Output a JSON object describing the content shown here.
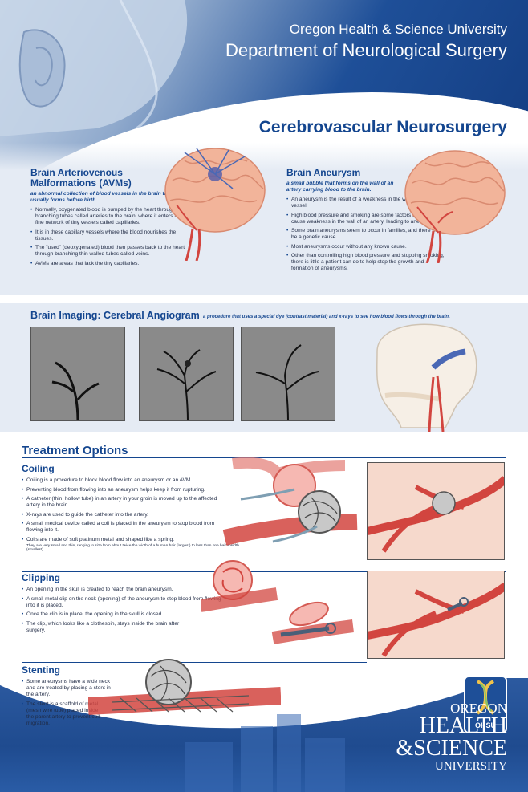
{
  "header": {
    "university": "Oregon Health & Science University",
    "department": "Department of Neurological Surgery",
    "title": "Cerebrovascular Neurosurgery"
  },
  "avm": {
    "title_line1": "Brain Arteriovenous",
    "title_line2": "Malformations (AVMs)",
    "subtitle": "an abnormal collection of blood vessels in the brain that usually forms before birth.",
    "bullets": [
      "Normally, oxygenated blood is pumped by the heart through branching tubes called arteries to the brain, where it enters a fine network of tiny vessels called capillaries.",
      "It is in these capillary vessels where the blood nourishes the tissues.",
      "The \"used\" (deoxygenated) blood then passes back to the heart through branching thin walled tubes called veins.",
      "AVMs are areas that lack the tiny capillaries."
    ]
  },
  "aneurysm": {
    "title": "Brain Aneurysm",
    "subtitle": "a small bubble that forms on the wall of an artery carrying blood to the brain.",
    "bullets": [
      "An aneurysm is the result of a weakness in the wall of a blood vessel.",
      "High blood pressure and smoking are some factors that may cause weakness in the wall of an artery, leading to aneurysms.",
      "Some brain aneurysms seem to occur in families, and there may be a genetic cause.",
      "Most aneurysms occur without any known cause.",
      "Other than controlling high blood pressure and stopping smoking, there is little a patient can do to help stop the growth and formation of aneurysms."
    ]
  },
  "imaging": {
    "title": "Brain Imaging:  Cerebral Angiogram",
    "subtitle": "a procedure that uses a special dye (contrast material) and x-rays to see how blood flows through the brain."
  },
  "treatment": {
    "title": "Treatment Options",
    "coiling": {
      "title": "Coiling",
      "bullets": [
        "Coiling is a procedure to block blood flow into an aneurysm or an AVM.",
        "Preventing blood from flowing into an aneurysm helps keep it from rupturing.",
        "A catheter (thin, hollow tube) in an artery in your groin is moved up to the affected artery in the brain.",
        "X-rays are used to guide the catheter into the artery.",
        "A small medical device called a coil is placed in the aneurysm to stop blood from flowing into it.",
        "Coils are made of soft platinum metal and shaped like a spring."
      ],
      "note": "They are very small and thin, ranging in size from about twice the width of a human hair (largest) to less than one hair's width (smallest)."
    },
    "clipping": {
      "title": "Clipping",
      "bullets": [
        "An opening in the skull is created to reach the brain aneurysm.",
        "A small metal clip on the neck (opening) of the aneurysm to stop blood from flowing into it is placed.",
        "Once the clip is in place, the opening in the skull is closed.",
        "The clip, which looks like a clothespin, stays inside the brain after surgery."
      ]
    },
    "stenting": {
      "title": "Stenting",
      "bullets": [
        "Some aneurysms have a wide neck and are treated by placing a stent in the artery.",
        "The stent is a scaffold of metal (mesh wire tube) placed inside the parent artery to prevent coil migration."
      ]
    }
  },
  "logo": {
    "badge": "OHSU",
    "line1": "OREGON",
    "line2": "HEALTH",
    "line3": "&SCIENCE",
    "line4": "UNIVERSITY"
  },
  "colors": {
    "brand": "#14468f",
    "artery": "#d2453f",
    "vein": "#4a68b5",
    "panel": "#e5ebf4"
  }
}
